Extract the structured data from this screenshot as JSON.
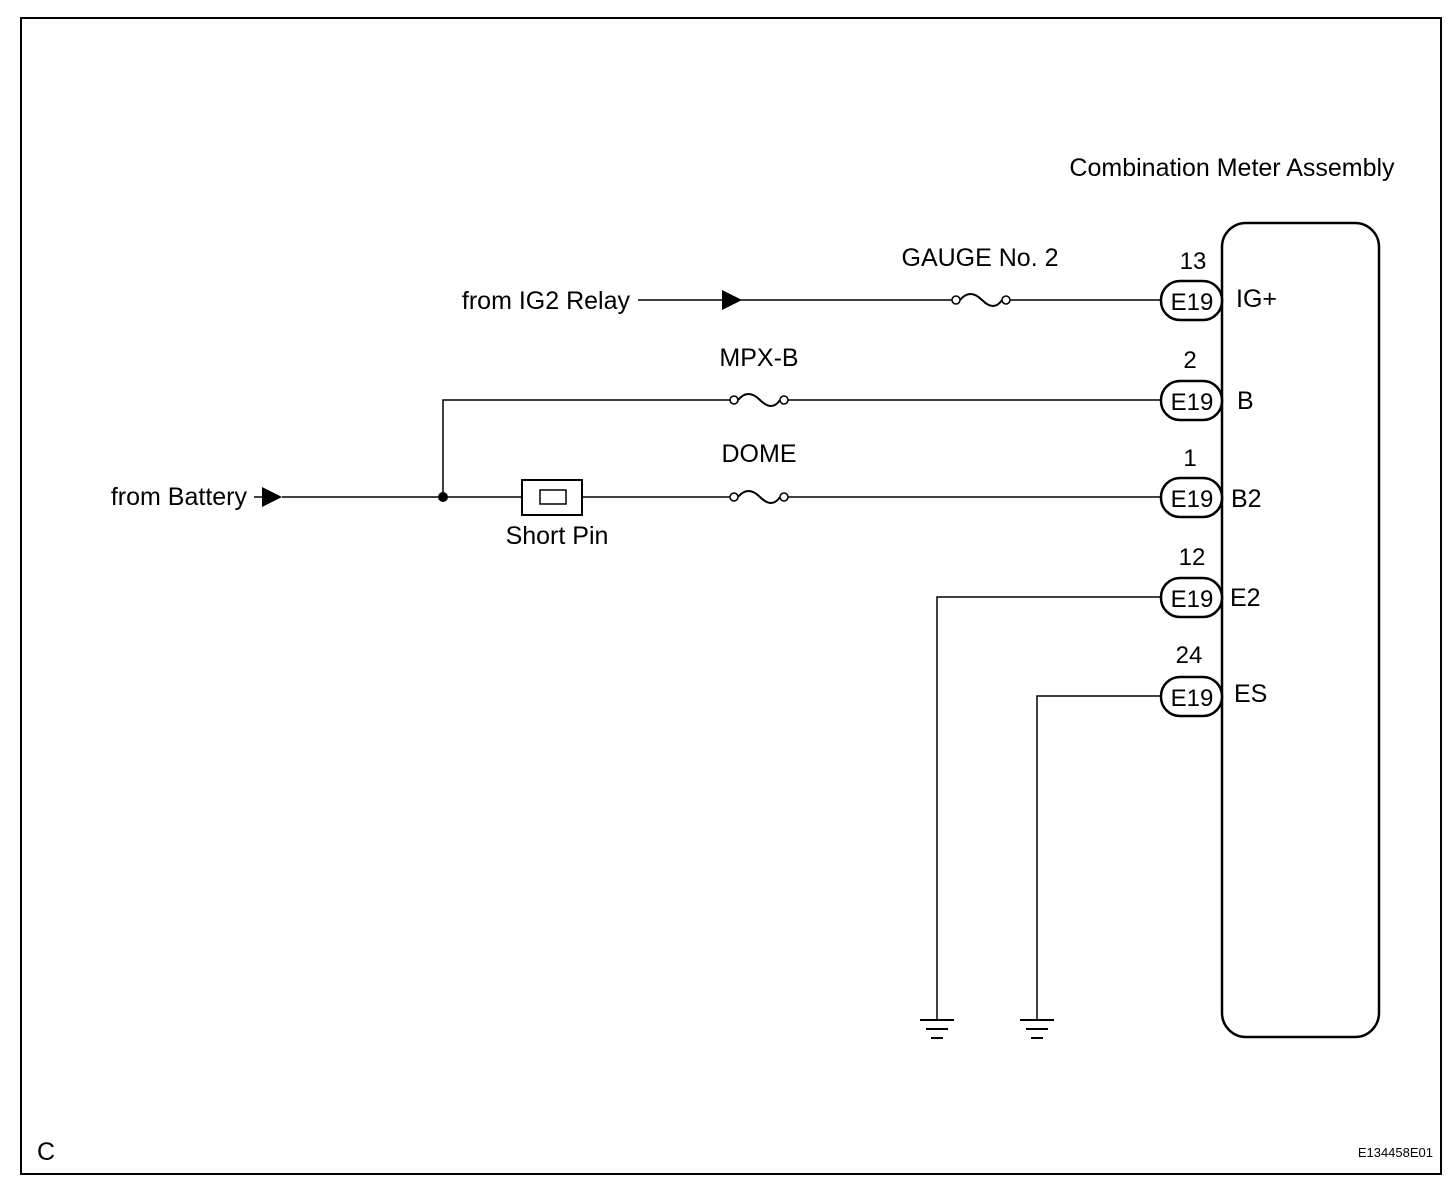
{
  "component": {
    "title": "Combination Meter Assembly"
  },
  "sources": {
    "ig2": "from IG2 Relay",
    "battery": "from Battery"
  },
  "fuses": {
    "gauge": "GAUGE No. 2",
    "mpxb": "MPX-B",
    "dome": "DOME"
  },
  "short_pin": "Short Pin",
  "pins": [
    {
      "number": "13",
      "connector": "E19",
      "terminal": "IG+"
    },
    {
      "number": "2",
      "connector": "E19",
      "terminal": "B"
    },
    {
      "number": "1",
      "connector": "E19",
      "terminal": "B2"
    },
    {
      "number": "12",
      "connector": "E19",
      "terminal": "E2"
    },
    {
      "number": "24",
      "connector": "E19",
      "terminal": "ES"
    }
  ],
  "footer": {
    "corner": "C",
    "figure_id": "E134458E01"
  }
}
